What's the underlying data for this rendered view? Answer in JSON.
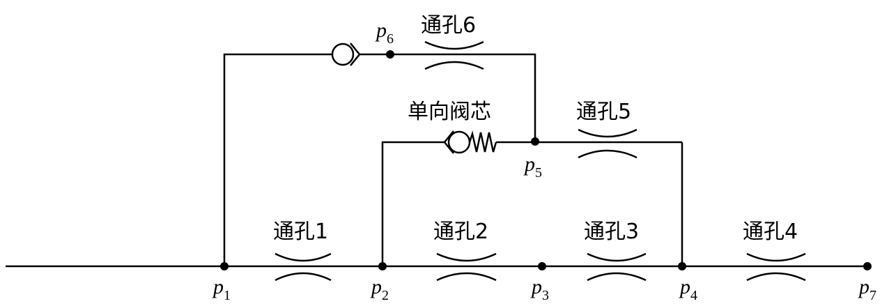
{
  "nodes": [
    {
      "id": "p1",
      "letter": "p",
      "sub": "1"
    },
    {
      "id": "p2",
      "letter": "p",
      "sub": "2"
    },
    {
      "id": "p3",
      "letter": "p",
      "sub": "3"
    },
    {
      "id": "p4",
      "letter": "p",
      "sub": "4"
    },
    {
      "id": "p5",
      "letter": "p",
      "sub": "5"
    },
    {
      "id": "p6",
      "letter": "p",
      "sub": "6"
    },
    {
      "id": "p7",
      "letter": "p",
      "sub": "7"
    }
  ],
  "orifices": [
    {
      "id": "hole1",
      "label": "通孔1"
    },
    {
      "id": "hole2",
      "label": "通孔2"
    },
    {
      "id": "hole3",
      "label": "通孔3"
    },
    {
      "id": "hole4",
      "label": "通孔4"
    },
    {
      "id": "hole5",
      "label": "通孔5"
    },
    {
      "id": "hole6",
      "label": "通孔6"
    }
  ],
  "check_valve_label": "单向阀芯"
}
